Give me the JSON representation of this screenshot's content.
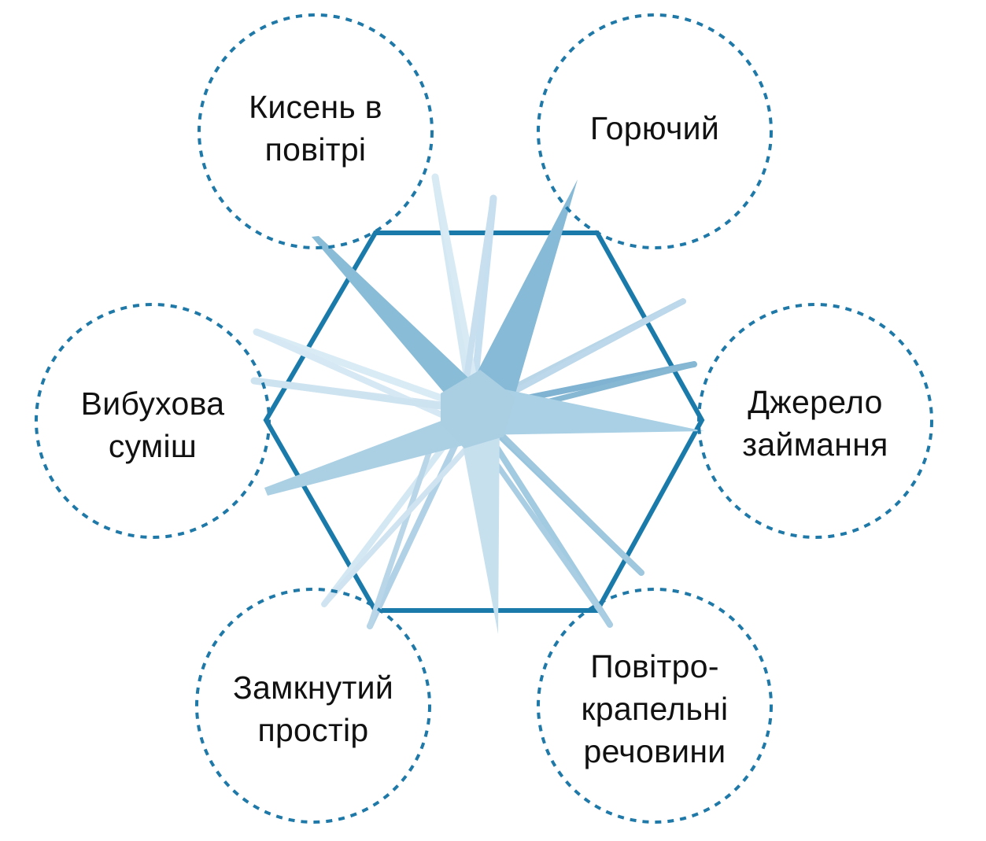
{
  "colors": {
    "hexagon_stroke": "#1a7bab",
    "circle_stroke": "#1f79a8",
    "star_dark": "#7fb6d3",
    "star_light": "#d3e7f2",
    "text": "#111111"
  },
  "factors": [
    {
      "id": "oxygen",
      "lines": [
        "Кисень в",
        "повітрі"
      ]
    },
    {
      "id": "fuel",
      "lines": [
        "Горючий"
      ]
    },
    {
      "id": "ignition",
      "lines": [
        "Джерело",
        "займання"
      ]
    },
    {
      "id": "airborne",
      "lines": [
        "Повітро-",
        "крапельні",
        "речовини"
      ]
    },
    {
      "id": "confined",
      "lines": [
        "Замкнутий",
        "простір"
      ]
    },
    {
      "id": "explosive",
      "lines": [
        "Вибухова",
        "суміш"
      ]
    }
  ]
}
